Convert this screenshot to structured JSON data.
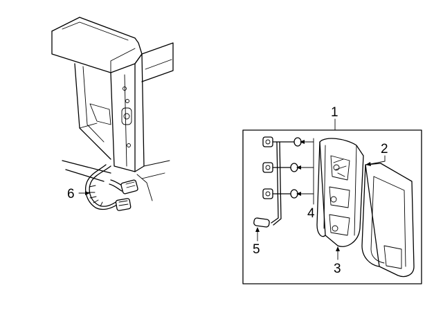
{
  "callouts": {
    "one": "1",
    "two": "2",
    "three": "3",
    "four": "4",
    "five": "5",
    "six": "6"
  },
  "colors": {
    "ink": "#000000",
    "paper": "#ffffff"
  }
}
